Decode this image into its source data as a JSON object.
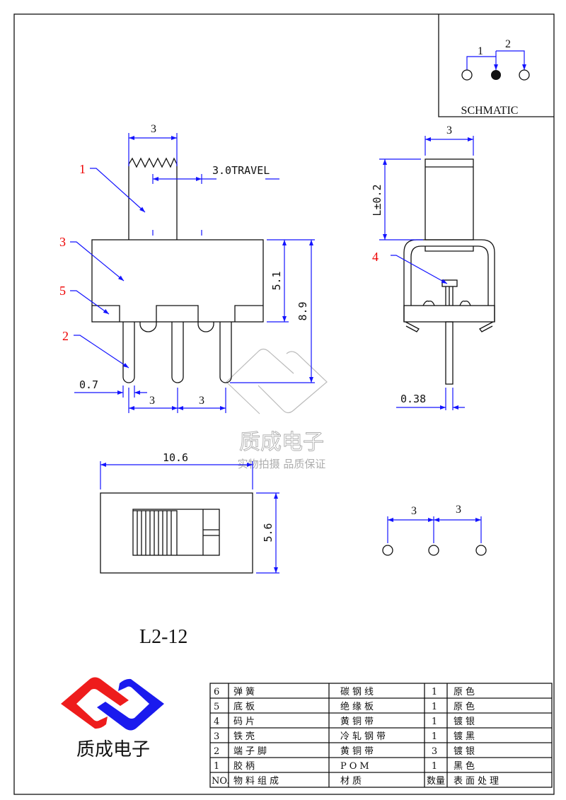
{
  "colors": {
    "dimension": "#1414ff",
    "callout": "#ee0000",
    "outline": "#111111",
    "logo_red": "#ee1c1c",
    "logo_blue": "#1a1aee"
  },
  "schematic": {
    "label": "SCHMATIC",
    "pin_group_1": "1",
    "pin_group_2": "2"
  },
  "front_view": {
    "actuator_width": "3",
    "travel": "3.0TRAVEL",
    "body_height": "5.1",
    "total_height": "8.9",
    "pin_width": "0.7",
    "pitch_1": "3",
    "pitch_2": "3",
    "callouts": [
      "1",
      "3",
      "5",
      "2"
    ]
  },
  "side_view": {
    "actuator_width": "3",
    "actuator_length": "L±0.2",
    "pin_thickness": "0.38",
    "callout": "4"
  },
  "top_view": {
    "length": "10.6",
    "width": "5.6"
  },
  "pcb_layout": {
    "pitch_1": "3",
    "pitch_2": "3"
  },
  "model": "L2-12",
  "watermark": {
    "brand": "质成电子",
    "slogan": "实物拍摄 品质保证"
  },
  "logo": {
    "text": "质成电子"
  },
  "bom": {
    "headers": [
      "NO.",
      "物料组成",
      "材质",
      "数量",
      "表面处理"
    ],
    "rows": [
      [
        "6",
        "弹簧",
        "碳钢线",
        "1",
        "原色"
      ],
      [
        "5",
        "底板",
        "绝缘板",
        "1",
        "原色"
      ],
      [
        "4",
        "码片",
        "黄铜带",
        "1",
        "镀银"
      ],
      [
        "3",
        "铁壳",
        "冷轧钢带",
        "1",
        "镀黑"
      ],
      [
        "2",
        "端子脚",
        "黄铜带",
        "3",
        "镀银"
      ],
      [
        "1",
        "胶柄",
        "POM",
        "1",
        "黑色"
      ]
    ]
  }
}
